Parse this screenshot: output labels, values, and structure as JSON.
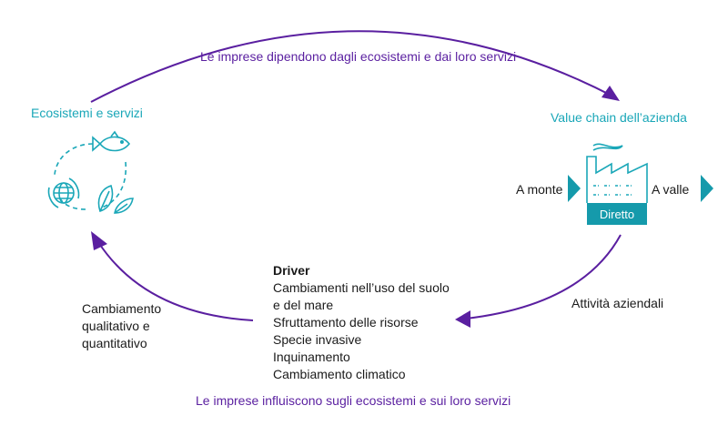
{
  "top_label": "Le imprese dipendono dagli ecosistemi e dai loro servizi",
  "bottom_label": "Le imprese influiscono sugli ecosistemi e sui loro servizi",
  "ecosystems": {
    "title": "Ecosistemi e servizi",
    "icons": [
      "fish-icon",
      "globe-icon",
      "leaf-icon"
    ]
  },
  "value_chain": {
    "title": "Value chain dell’azienda",
    "upstream": "A monte",
    "downstream": "A valle",
    "direct": "Diretto",
    "icon": "factory-icon"
  },
  "business_activities": "Attività aziendali",
  "change": {
    "lines": [
      "Cambiamento",
      "qualitativo e",
      "quantitativo"
    ]
  },
  "drivers": {
    "heading": "Driver",
    "items": [
      "Cambiamenti nell’uso del suolo",
      "e del mare",
      "Sfruttamento delle risorse",
      "Specie invasive",
      "Inquinamento",
      "Cambiamento climatico"
    ]
  },
  "colors": {
    "arrow": "#5a1fa0",
    "teal": "#1aa7b8",
    "teal_dark": "#159aab"
  }
}
